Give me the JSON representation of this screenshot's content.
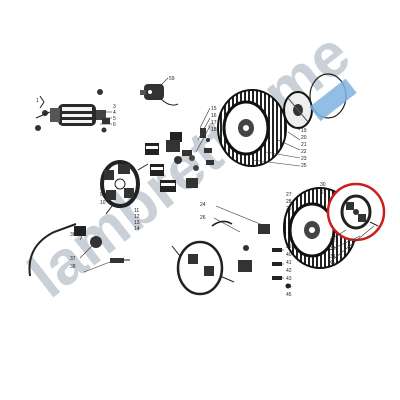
{
  "diagram": {
    "part_numbers": {
      "p59": "59",
      "p1": "1",
      "p3": "3",
      "p4": "4",
      "p5": "5",
      "p6": "6",
      "p9": "9",
      "p10": "10",
      "p11": "11",
      "p12": "12",
      "p13": "13",
      "p14": "14",
      "p15": "15",
      "p16": "16",
      "p17": "17",
      "p18": "18",
      "p19": "19",
      "p20": "20",
      "p21": "21",
      "p22": "22",
      "p23": "23",
      "p24": "24",
      "p25": "25",
      "p26": "26",
      "p27": "27",
      "p28": "28",
      "p29": "29",
      "p30": "30",
      "p31": "31",
      "p32": "32",
      "p33": "33",
      "p34": "34",
      "p35": "35",
      "p36": "36",
      "p37": "37",
      "p38": "38",
      "p39": "39",
      "p40": "40",
      "p41": "41",
      "p42": "42",
      "p43": "43",
      "p44": "44",
      "p45": "45"
    },
    "highlight_color": "#cc1d1d"
  },
  "watermark": {
    "text": "lambretta.me",
    "main_color": "#c9d0d8",
    "accent_color": "#7fb2e0"
  }
}
